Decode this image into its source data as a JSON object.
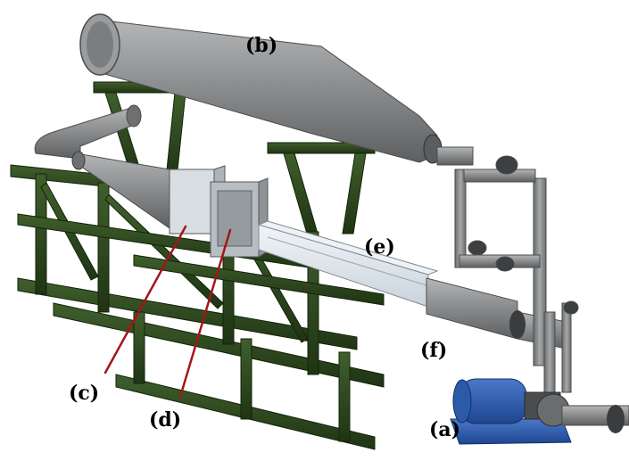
{
  "figure": {
    "labels": {
      "a": "(a)",
      "b": "(b)",
      "c": "(c)",
      "d": "(d)",
      "e": "(e)",
      "f": "(f)"
    },
    "colors": {
      "steel_frame": "#2f4a1f",
      "pipe": "#8a8c8e",
      "pump_motor": "#2a5aa8",
      "pump_base": "#3b6fc2",
      "leader_line": "#a3161b",
      "test_section": "#dfe6ec"
    }
  }
}
